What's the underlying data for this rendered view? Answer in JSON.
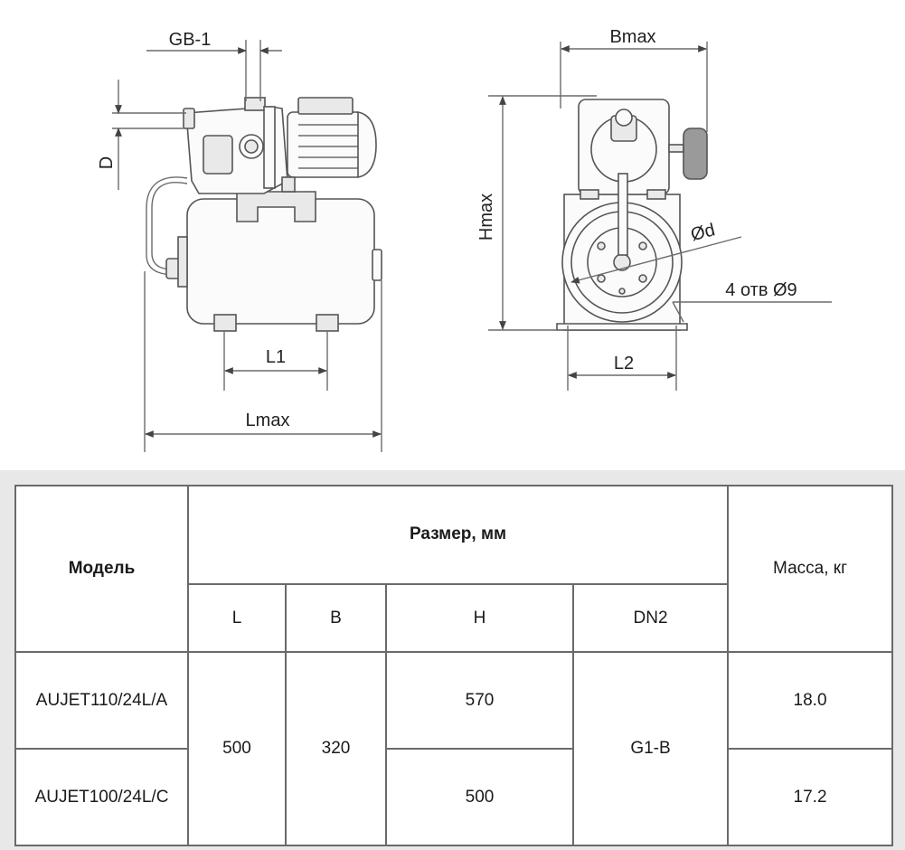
{
  "drawing": {
    "labels": {
      "gb": "GB-1",
      "d": "D",
      "l1": "L1",
      "lmax": "Lmax",
      "bmax": "Bmax",
      "hmax": "Hmax",
      "od": "Ød",
      "holes": "4 отв Ø9",
      "l2": "L2"
    }
  },
  "table": {
    "model_header": "Модель",
    "size_header": "Размер, мм",
    "mass_header": "Масса, кг",
    "columns": {
      "l": "L",
      "b": "B",
      "h": "H",
      "dn2": "DN2"
    },
    "rows": [
      {
        "model": "AUJET110/24L/A",
        "h": "570",
        "mass": "18.0"
      },
      {
        "model": "AUJET100/24L/C",
        "h": "500",
        "mass": "17.2"
      }
    ],
    "shared": {
      "l": "500",
      "b": "320",
      "dn2": "G1-B"
    }
  }
}
